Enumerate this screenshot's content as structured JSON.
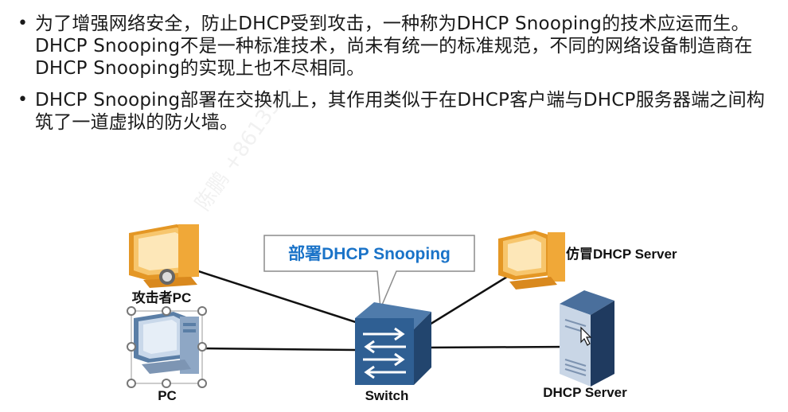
{
  "bullets": [
    {
      "text": "为了增强网络安全，防止DHCP受到攻击，一种称为DHCP Snooping的技术应运而生。DHCP Snooping不是一种标准技术，尚未有统一的标准规范，不同的网络设备制造商在DHCP Snooping的实现上也不尽相同。"
    },
    {
      "text": "DHCP Snooping部署在交换机上，其作用类似于在DHCP客户端与DHCP服务器端之间构筑了一道虚拟的防火墙。"
    }
  ],
  "watermark": "陈鹏 +86135...",
  "diagram": {
    "callout": "部署DHCP Snooping",
    "nodes": {
      "attacker_pc": "攻击者PC",
      "pc": "PC",
      "switch": "Switch",
      "fake_server": "仿冒DHCP Server",
      "dhcp_server": "DHCP Server"
    },
    "colors": {
      "callout_text": "#1a73c8",
      "switch_blue": "#2f5f93",
      "pc_orange": "#f2a93b",
      "pc_blue": "#6f8fb5",
      "server_blue": "#2c4d78"
    }
  }
}
